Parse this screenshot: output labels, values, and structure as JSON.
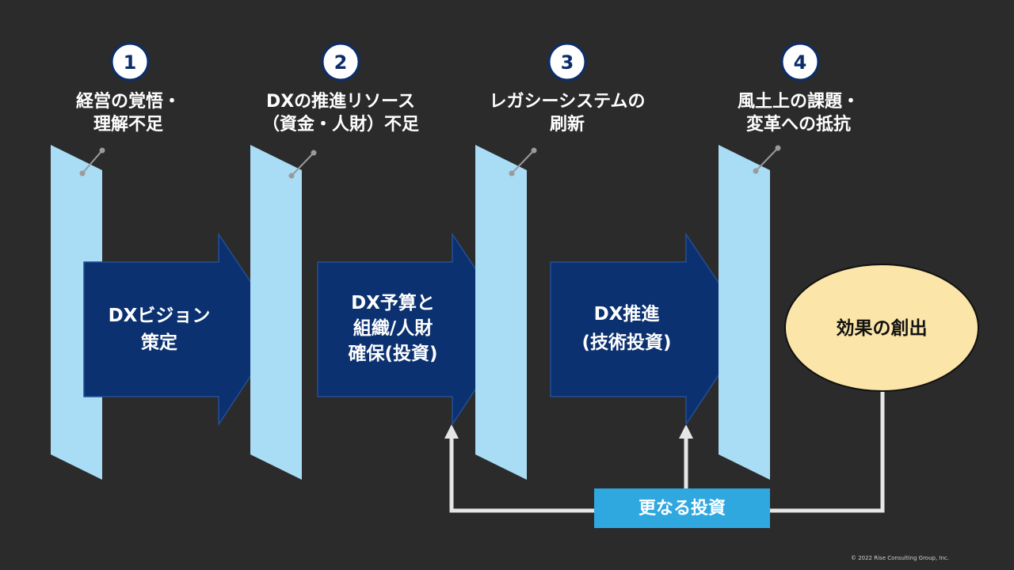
{
  "colors": {
    "background": "#2b2b2b",
    "barrier": "#a9dcf5",
    "arrow": "#0b3170",
    "arrow_stroke": "#244f95",
    "circle_border": "#0b2d6b",
    "result_fill": "#fbe5a8",
    "invest_box": "#2fa8e0",
    "connector": "#e6e6e6"
  },
  "barriers": [
    {
      "number": "1",
      "label_lines": [
        "経営の覚悟・",
        "理解不足"
      ]
    },
    {
      "number": "2",
      "label_lines": [
        "DXの推進リソース",
        "（資金・人財）不足"
      ]
    },
    {
      "number": "3",
      "label_lines": [
        "レガシーシステムの",
        "刷新"
      ]
    },
    {
      "number": "4",
      "label_lines": [
        "風土上の課題・",
        "変革への抵抗"
      ]
    }
  ],
  "arrows": [
    {
      "lines": [
        "DXビジョン",
        "策定"
      ]
    },
    {
      "lines": [
        "DX予算と",
        "組織/人財",
        "確保(投資)"
      ]
    },
    {
      "lines": [
        "DX推進",
        "(技術投資)"
      ]
    }
  ],
  "result": {
    "label": "効果の創出"
  },
  "investment": {
    "label": "更なる投資"
  },
  "footer": {
    "copyright": "© 2022 Rise Consulting Group, Inc."
  }
}
